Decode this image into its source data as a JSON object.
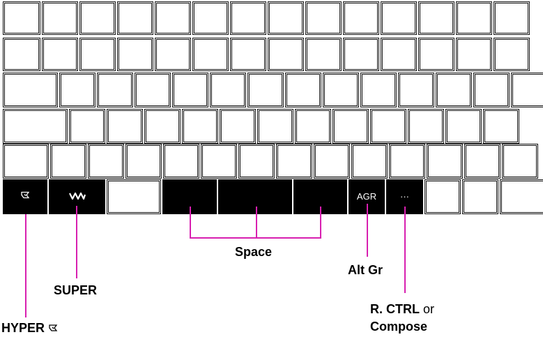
{
  "colors": {
    "accent": "#d81fb0",
    "key_fill": "#ffffff",
    "key_dark": "#000000",
    "text": "#000000"
  },
  "keyboard": {
    "bottom_row": {
      "hyper_icon": "hyper-symbol-icon",
      "super_icon": "super-logo-icon",
      "altgr_legend": "AGR",
      "rctrl_legend": "···"
    }
  },
  "labels": {
    "space": "Space",
    "alt_gr": "Alt Gr",
    "super": "SUPER",
    "hyper": "HYPER",
    "rctrl_strong": "R. CTRL",
    "rctrl_or": "or",
    "compose": "Compose"
  }
}
